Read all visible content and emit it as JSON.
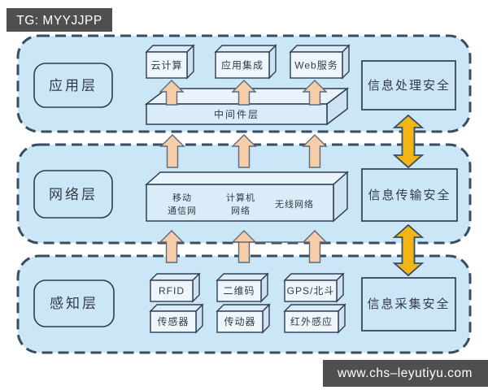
{
  "watermarks": {
    "top_left": "TG: MYYJJPP",
    "bottom_right": "www.chs–leyutiyu.com"
  },
  "layers": {
    "application": {
      "label": "应用层",
      "nodes": [
        "云计算",
        "应用集成",
        "Web服务"
      ],
      "platform": "中间件层",
      "security": "信息处理安全"
    },
    "network": {
      "label": "网络层",
      "networks": [
        {
          "line1": "移动",
          "line2": "通信网"
        },
        {
          "line1": "计算机",
          "line2": "网络"
        },
        {
          "line1": "无线网络",
          "line2": ""
        }
      ],
      "security": "信息传输安全"
    },
    "perception": {
      "label": "感知层",
      "nodes_row1": [
        "RFID",
        "二维码",
        "GPS/北斗"
      ],
      "nodes_row2": [
        "传感器",
        "传动器",
        "红外感应"
      ],
      "security": "信息采集安全"
    }
  },
  "colors": {
    "container_fill": "#cbe6f6",
    "container_border": "#3a4c60",
    "flow_arrow": "#f6cda9",
    "security_link_arrow": "#f2b513",
    "watermark_bg": "#4f4f4f",
    "text": "#333a45"
  }
}
